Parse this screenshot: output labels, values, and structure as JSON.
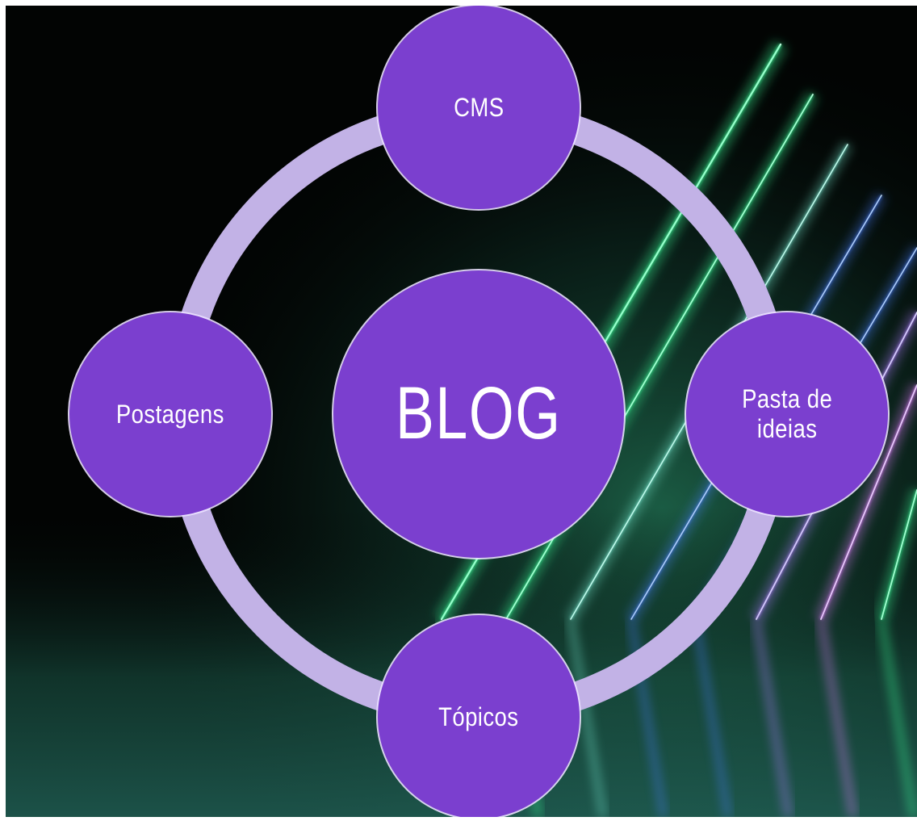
{
  "diagram": {
    "center": {
      "label": "BLOG"
    },
    "nodes": [
      {
        "id": "cms",
        "label": "CMS"
      },
      {
        "id": "pasta",
        "label": "Pasta de\nideias"
      },
      {
        "id": "topicos",
        "label": "Tópicos"
      },
      {
        "id": "postagens",
        "label": "Postagens"
      }
    ]
  },
  "colors": {
    "node_fill": "#7b3fcf",
    "ring": "#c2b2e6",
    "node_border": "#ebe1ff",
    "background": "#020403",
    "neon_green": "#3dff9a",
    "neon_blue": "#4a7dff",
    "neon_pink": "#e27bff"
  }
}
